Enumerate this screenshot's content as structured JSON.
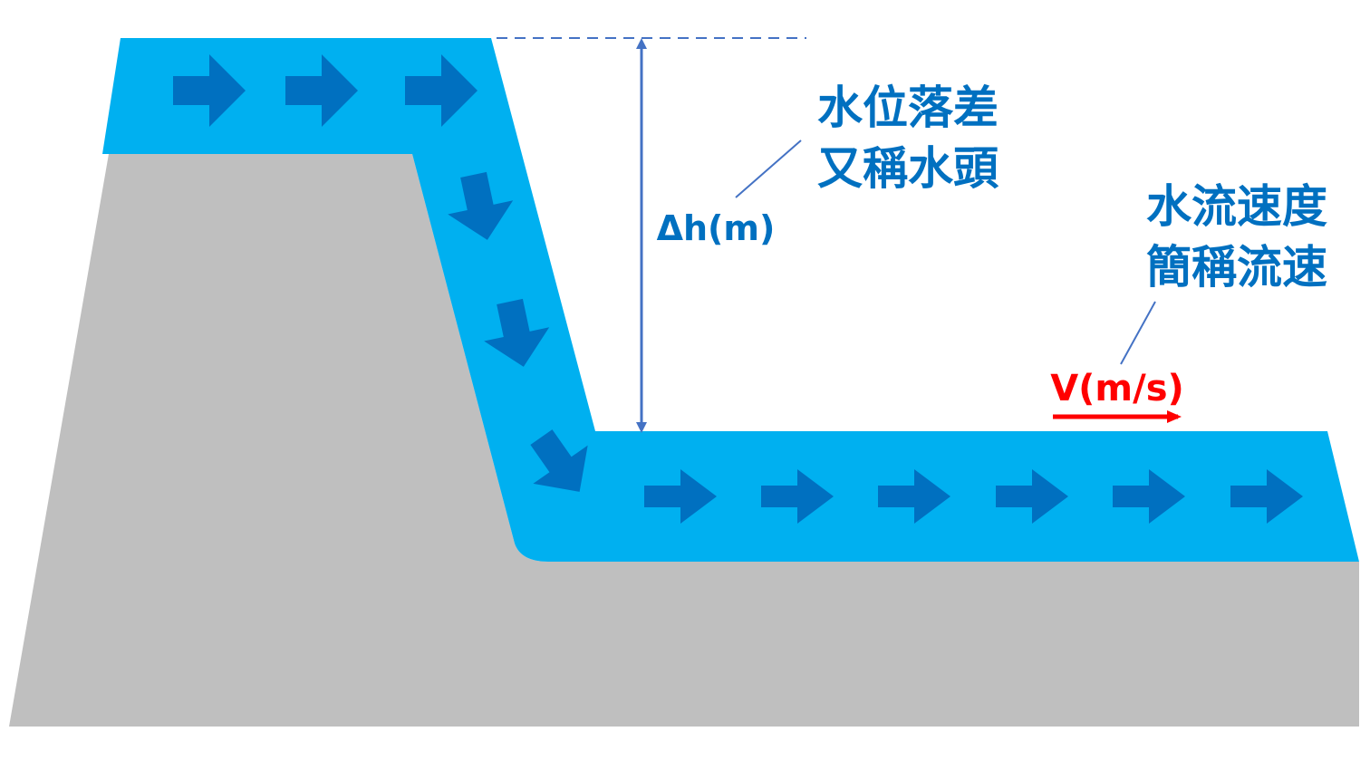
{
  "colors": {
    "ground": "#bfbfbf",
    "water": "#00b0f0",
    "arrow": "#0070c0",
    "label": "#0070c0",
    "dimension": "#4472c4",
    "velocity": "#ff0000"
  },
  "head_label": {
    "line1": "水位落差",
    "line2": "又稱水頭"
  },
  "head_symbol": "Δh(m)",
  "velocity_label": {
    "line1": "水流速度",
    "line2": "簡稱流速"
  },
  "velocity_symbol": "V(m/s)",
  "icons": {
    "flow_arrow": "block-arrow-icon",
    "dimension_arrow": "double-headed-arrow-icon",
    "velocity_arrow": "arrow-right-icon"
  }
}
